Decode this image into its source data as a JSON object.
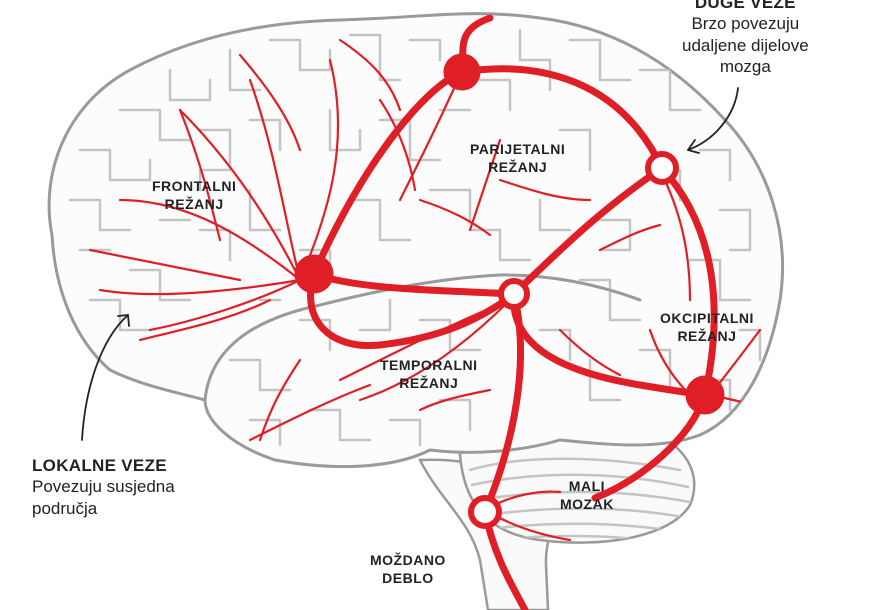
{
  "callouts": {
    "long": {
      "title": "DUGE VEZE",
      "lines": [
        "Brzo povezuju",
        "udaljene dijelove",
        "mozga"
      ]
    },
    "local": {
      "title": "LOKALNE VEZE",
      "lines": [
        "Povezuju susjedna",
        "područja"
      ]
    }
  },
  "lobes": {
    "frontal": [
      "FRONTALNI",
      "REŽANJ"
    ],
    "parietal": [
      "PARIJETALNI",
      "REŽANJ"
    ],
    "temporal": [
      "TEMPORALNI",
      "REŽANJ"
    ],
    "occipital": [
      "OKCIPITALNI",
      "REŽANJ"
    ],
    "cerebellum": [
      "MALI",
      "MOZAK"
    ],
    "brainstem": [
      "MOŽDANO",
      "DEBLO"
    ]
  },
  "colors": {
    "connection": "#e01e26",
    "outline": "#9a9a9a",
    "gyri": "#c4c4c4",
    "text": "#222222"
  }
}
